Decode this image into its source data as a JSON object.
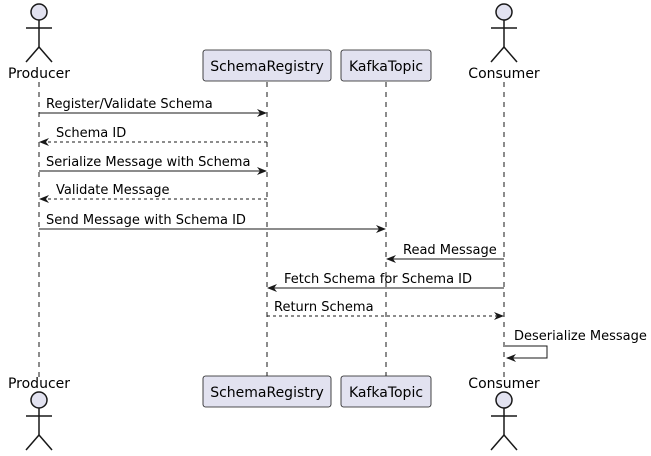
{
  "colors": {
    "participant_fill": "#E2E2F0",
    "participant_stroke": "#181818",
    "lifeline": "#181818",
    "arrow": "#181818",
    "background": "#FFFFFF"
  },
  "participants": [
    {
      "id": "producer",
      "label": "Producer",
      "kind": "actor"
    },
    {
      "id": "schema_registry",
      "label": "SchemaRegistry",
      "kind": "box"
    },
    {
      "id": "kafka_topic",
      "label": "KafkaTopic",
      "kind": "box"
    },
    {
      "id": "consumer",
      "label": "Consumer",
      "kind": "actor"
    }
  ],
  "messages": [
    {
      "from": "producer",
      "to": "schema_registry",
      "label": "Register/Validate Schema",
      "style": "solid"
    },
    {
      "from": "schema_registry",
      "to": "producer",
      "label": "Schema ID",
      "style": "dashed"
    },
    {
      "from": "producer",
      "to": "schema_registry",
      "label": "Serialize Message with Schema",
      "style": "solid"
    },
    {
      "from": "schema_registry",
      "to": "producer",
      "label": "Validate Message",
      "style": "dashed"
    },
    {
      "from": "producer",
      "to": "kafka_topic",
      "label": "Send Message with Schema ID",
      "style": "solid"
    },
    {
      "from": "consumer",
      "to": "kafka_topic",
      "label": "Read Message",
      "style": "solid"
    },
    {
      "from": "consumer",
      "to": "schema_registry",
      "label": "Fetch Schema for Schema ID",
      "style": "solid"
    },
    {
      "from": "schema_registry",
      "to": "consumer",
      "label": "Return Schema",
      "style": "dashed"
    },
    {
      "from": "consumer",
      "to": "consumer",
      "label": "Deserialize Message",
      "style": "solid"
    }
  ]
}
